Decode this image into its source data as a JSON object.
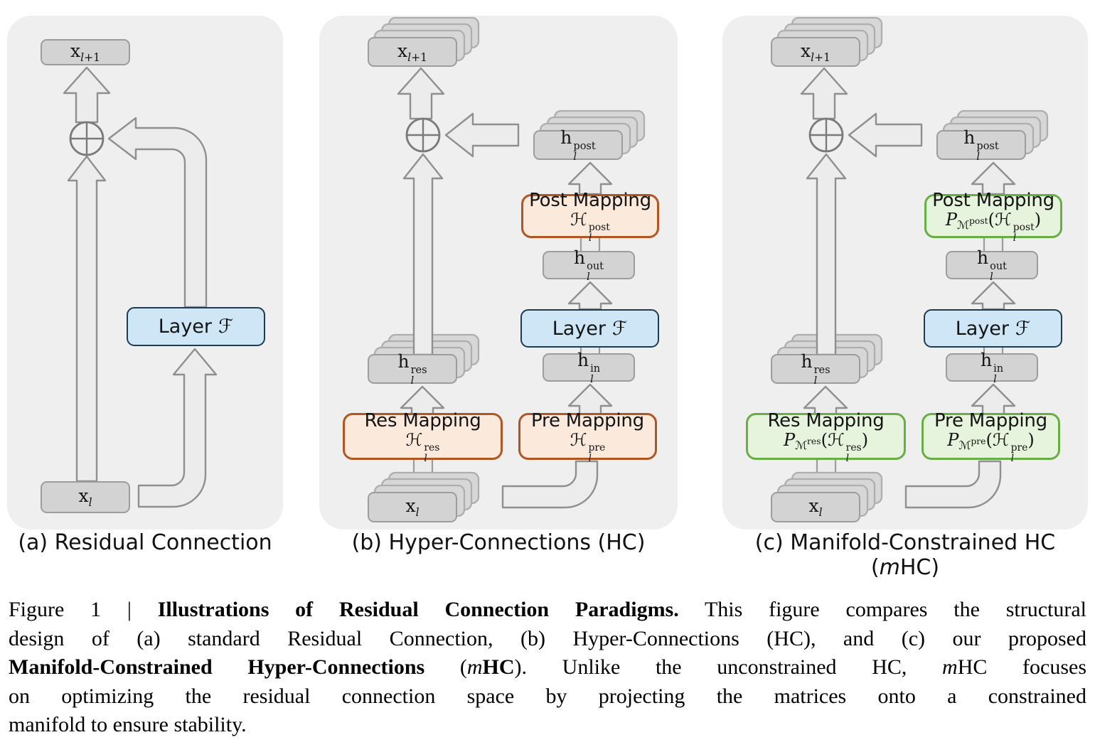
{
  "colors": {
    "panel_bg": "#efefef",
    "arrow_fill": "#ececec",
    "arrow_stroke": "#8f8f8f",
    "box_gray_fill": "#d3d3d3",
    "box_gray_border": "#9d9d9d",
    "layer_blue_fill": "#cfe6f6",
    "layer_blue_border": "#1d3c50",
    "mapping_orange_fill": "#fbe9dc",
    "mapping_orange_border": "#b05622",
    "mapping_green_fill": "#e6f4dd",
    "mapping_green_border": "#67ae45"
  },
  "panels": [
    {
      "caption": "(a) Residual Connection",
      "x_next": {
        "base": "x",
        "sub_l": "l",
        "sub_rest": "+1"
      },
      "x_cur": {
        "base": "x",
        "sub_l": "l"
      },
      "layer": {
        "word": "Layer",
        "symbol": "ℱ"
      }
    },
    {
      "caption": "(b) Hyper-Connections (HC)",
      "x_next": {
        "base": "x",
        "sub_l": "l",
        "sub_rest": "+1"
      },
      "x_cur": {
        "base": "x",
        "sub_l": "l"
      },
      "layer": {
        "word": "Layer",
        "symbol": "ℱ"
      },
      "h_res": {
        "base": "h",
        "sub": "l",
        "sup": "res"
      },
      "h_in": {
        "base": "h",
        "sub": "l",
        "sup": "in"
      },
      "h_out": {
        "base": "h",
        "sub": "l",
        "sup": "out"
      },
      "h_post": {
        "base": "h",
        "sub": "l",
        "sup": "post"
      },
      "res_map": {
        "title": "Res Mapping",
        "symbol": "ℋ",
        "sub": "l",
        "sup": "res"
      },
      "pre_map": {
        "title": "Pre Mapping",
        "symbol": "ℋ",
        "sub": "l",
        "sup": "pre"
      },
      "post_map": {
        "title": "Post Mapping",
        "symbol": "ℋ",
        "sub": "l",
        "sup": "post"
      }
    },
    {
      "caption_pre": "(c) Manifold-Constrained HC (",
      "caption_m": "m",
      "caption_post": "HC)",
      "x_next": {
        "base": "x",
        "sub_l": "l",
        "sub_rest": "+1"
      },
      "x_cur": {
        "base": "x",
        "sub_l": "l"
      },
      "layer": {
        "word": "Layer",
        "symbol": "ℱ"
      },
      "h_res": {
        "base": "h",
        "sub": "l",
        "sup": "res"
      },
      "h_in": {
        "base": "h",
        "sub": "l",
        "sup": "in"
      },
      "h_out": {
        "base": "h",
        "sub": "l",
        "sup": "out"
      },
      "h_post": {
        "base": "h",
        "sub": "l",
        "sup": "post"
      },
      "res_map": {
        "title": "Res Mapping",
        "proj": "P",
        "manifold": "ℳ",
        "manifold_sup": "res",
        "open": "(",
        "symbol": "ℋ",
        "sub": "l",
        "sup": "res",
        "close": ")"
      },
      "pre_map": {
        "title": "Pre Mapping",
        "proj": "P",
        "manifold": "ℳ",
        "manifold_sup": "pre",
        "open": "(",
        "symbol": "ℋ",
        "sub": "l",
        "sup": "pre",
        "close": ")"
      },
      "post_map": {
        "title": "Post Mapping",
        "proj": "P",
        "manifold": "ℳ",
        "manifold_sup": "post",
        "open": "(",
        "symbol": "ℋ",
        "sub": "l",
        "sup": "post",
        "close": ")"
      }
    }
  ],
  "figure_caption": {
    "lines": [
      {
        "seg0": "Figure 1 | ",
        "seg1": "Illustrations of Residual Connection Paradigms.",
        "seg2": " This figure compares the structural"
      },
      {
        "seg0": "design of (a) standard Residual Connection, (b) Hyper-Connections (HC), and (c) our proposed"
      },
      {
        "seg0": "Manifold-Constrained Hyper-Connections",
        "seg1": " (",
        "seg2": "m",
        "seg3": "HC",
        "seg4": "). Unlike the unconstrained HC, ",
        "seg5": "m",
        "seg6": "HC focuses"
      },
      {
        "seg0": "on optimizing the residual connection space by projecting the matrices onto a constrained"
      },
      {
        "seg0": "manifold to ensure stability."
      }
    ]
  }
}
